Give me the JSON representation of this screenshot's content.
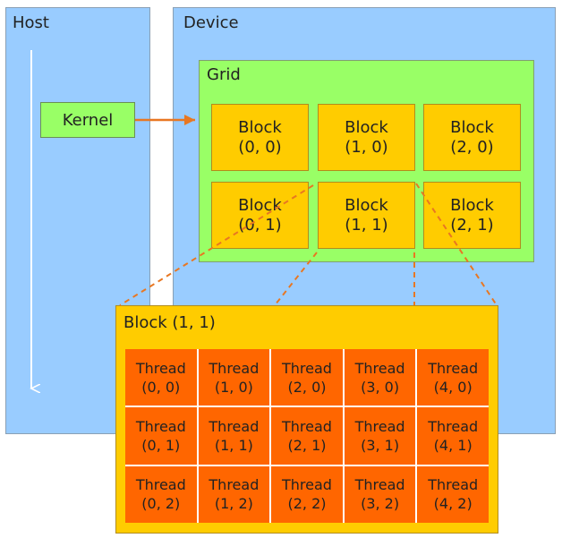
{
  "host": {
    "title": "Host",
    "kernel_label": "Kernel"
  },
  "device": {
    "title": "Device"
  },
  "grid": {
    "title": "Grid",
    "blocks": [
      {
        "label": "Block",
        "index": "(0, 0)"
      },
      {
        "label": "Block",
        "index": "(1, 0)"
      },
      {
        "label": "Block",
        "index": "(2, 0)"
      },
      {
        "label": "Block",
        "index": "(0, 1)"
      },
      {
        "label": "Block",
        "index": "(1, 1)"
      },
      {
        "label": "Block",
        "index": "(2, 1)"
      }
    ]
  },
  "block_detail": {
    "title": "Block (1, 1)",
    "threads": [
      {
        "label": "Thread",
        "index": "(0, 0)"
      },
      {
        "label": "Thread",
        "index": "(1, 0)"
      },
      {
        "label": "Thread",
        "index": "(2, 0)"
      },
      {
        "label": "Thread",
        "index": "(3, 0)"
      },
      {
        "label": "Thread",
        "index": "(4, 0)"
      },
      {
        "label": "Thread",
        "index": "(0, 1)"
      },
      {
        "label": "Thread",
        "index": "(1, 1)"
      },
      {
        "label": "Thread",
        "index": "(2, 1)"
      },
      {
        "label": "Thread",
        "index": "(3, 1)"
      },
      {
        "label": "Thread",
        "index": "(4, 1)"
      },
      {
        "label": "Thread",
        "index": "(0, 2)"
      },
      {
        "label": "Thread",
        "index": "(1, 2)"
      },
      {
        "label": "Thread",
        "index": "(2, 2)"
      },
      {
        "label": "Thread",
        "index": "(3, 2)"
      },
      {
        "label": "Thread",
        "index": "(4, 2)"
      }
    ]
  },
  "colors": {
    "panel": "#99ccff",
    "grid": "#99ff66",
    "block": "#ffcc00",
    "thread": "#ff6600",
    "connector": "#e87722"
  }
}
